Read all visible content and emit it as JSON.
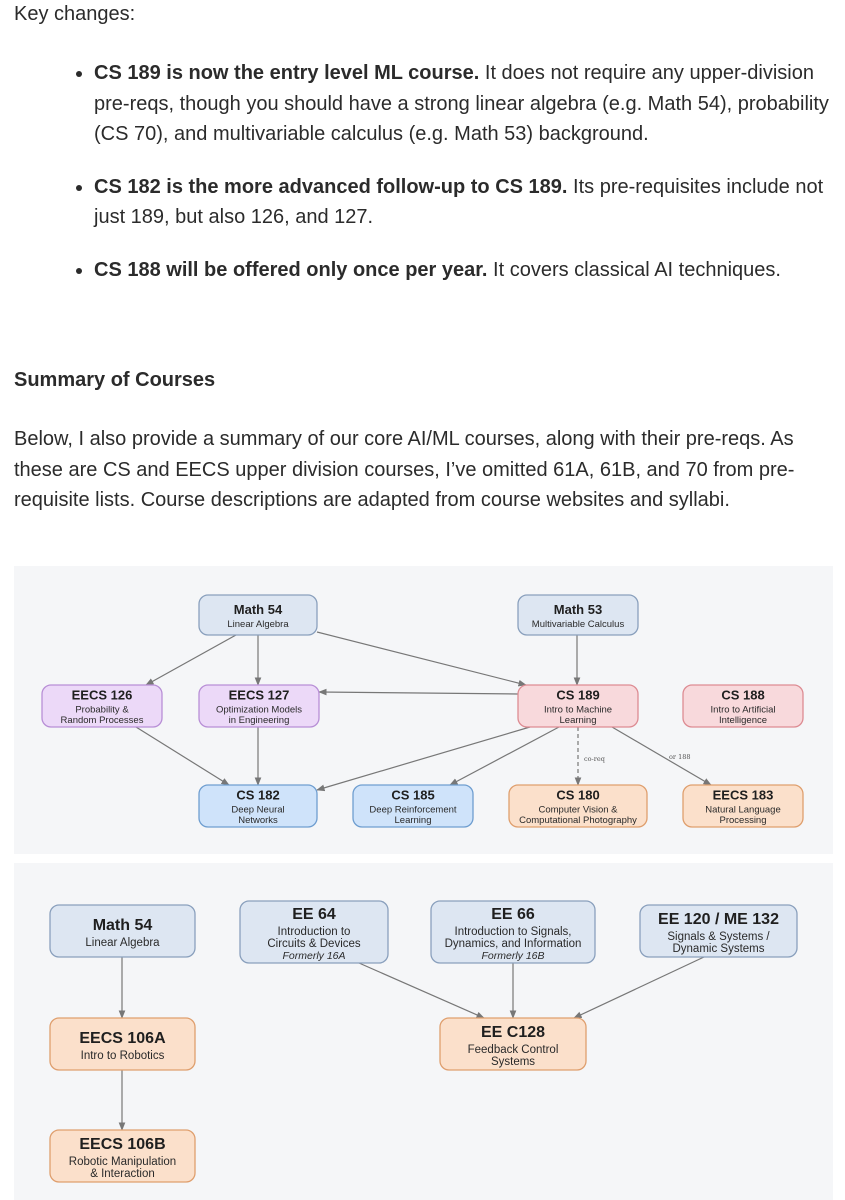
{
  "intro": "Key changes:",
  "changes": [
    {
      "bold": "CS 189 is now the entry level ML course.",
      "rest": " It does not require any upper-division pre-reqs, though you should have a strong linear algebra (e.g. Math 54), probability (CS 70), and multivariable calculus (e.g. Math 53) background."
    },
    {
      "bold": "CS 182 is the more advanced follow-up to CS 189.",
      "rest": " Its pre-requisites include not just 189, but also 126, and 127."
    },
    {
      "bold": "CS 188 will be offered only once per year.",
      "rest": " It covers classical AI techniques."
    }
  ],
  "summary_heading": "Summary of Courses",
  "summary_text": "Below, I also provide a summary of our core AI/ML courses, along with their pre-reqs. As these are CS and EECS upper division courses, I’ve omitted 61A, 61B, and 70 from pre-requisite lists. Course descriptions are adapted from course websites and syllabi.",
  "colors": {
    "math_fill": "#dde6f2",
    "math_stroke": "#8aa0bd",
    "purple_fill": "#ecd9f8",
    "purple_stroke": "#b88fd6",
    "red_fill": "#f8d9dc",
    "red_stroke": "#dd8c93",
    "blue_fill": "#cfe3fa",
    "blue_stroke": "#6f9ed0",
    "orange_fill": "#fbe0cb",
    "orange_stroke": "#df9f6e",
    "edge": "#777777"
  },
  "diagram_ai": {
    "nodes": {
      "math54": {
        "title": "Math 54",
        "lines": [
          "Linear Algebra"
        ]
      },
      "math53": {
        "title": "Math 53",
        "lines": [
          "Multivariable Calculus"
        ]
      },
      "eecs126": {
        "title": "EECS 126",
        "lines": [
          "Probability &",
          "Random Processes"
        ]
      },
      "eecs127": {
        "title": "EECS 127",
        "lines": [
          "Optimization Models",
          "in Engineering"
        ]
      },
      "cs189": {
        "title": "CS 189",
        "lines": [
          "Intro to Machine",
          "Learning"
        ]
      },
      "cs188": {
        "title": "CS 188",
        "lines": [
          "Intro to Artificial",
          "Intelligence"
        ]
      },
      "cs182": {
        "title": "CS 182",
        "lines": [
          "Deep Neural",
          "Networks"
        ]
      },
      "cs185": {
        "title": "CS 185",
        "lines": [
          "Deep Reinforcement",
          "Learning"
        ]
      },
      "cs180": {
        "title": "CS 180",
        "lines": [
          "Computer Vision &",
          "Computational Photography"
        ]
      },
      "eecs183": {
        "title": "EECS 183",
        "lines": [
          "Natural Language",
          "Processing"
        ]
      }
    },
    "edge_labels": {
      "coreq": "co-req",
      "or188": "or 188"
    }
  },
  "diagram_robotics": {
    "nodes": {
      "math54": {
        "title": "Math 54",
        "lines": [
          "Linear Algebra"
        ]
      },
      "ee64": {
        "title": "EE 64",
        "lines": [
          "Introduction to",
          "Circuits & Devices"
        ],
        "note": "Formerly 16A"
      },
      "ee66": {
        "title": "EE 66",
        "lines": [
          "Introduction to Signals,",
          "Dynamics, and Information"
        ],
        "note": "Formerly 16B"
      },
      "ee120": {
        "title": "EE 120 / ME 132",
        "lines": [
          "Signals & Systems /",
          "Dynamic Systems"
        ]
      },
      "eecs106a": {
        "title": "EECS 106A",
        "lines": [
          "Intro to Robotics"
        ]
      },
      "eec128": {
        "title": "EE C128",
        "lines": [
          "Feedback Control",
          "Systems"
        ]
      },
      "eecs106b": {
        "title": "EECS 106B",
        "lines": [
          "Robotic Manipulation",
          "& Interaction"
        ]
      }
    }
  }
}
